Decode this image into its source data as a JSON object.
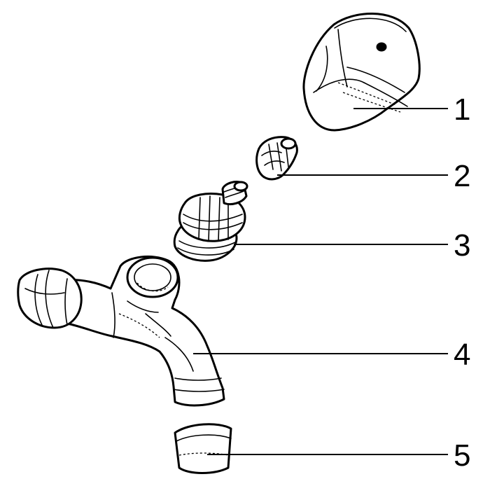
{
  "parts": [
    {
      "id": "cap",
      "label": "1"
    },
    {
      "id": "insert",
      "label": "2"
    },
    {
      "id": "cartridge",
      "label": "3"
    },
    {
      "id": "tap-body",
      "label": "4"
    },
    {
      "id": "nozzle-ring",
      "label": "5"
    }
  ]
}
